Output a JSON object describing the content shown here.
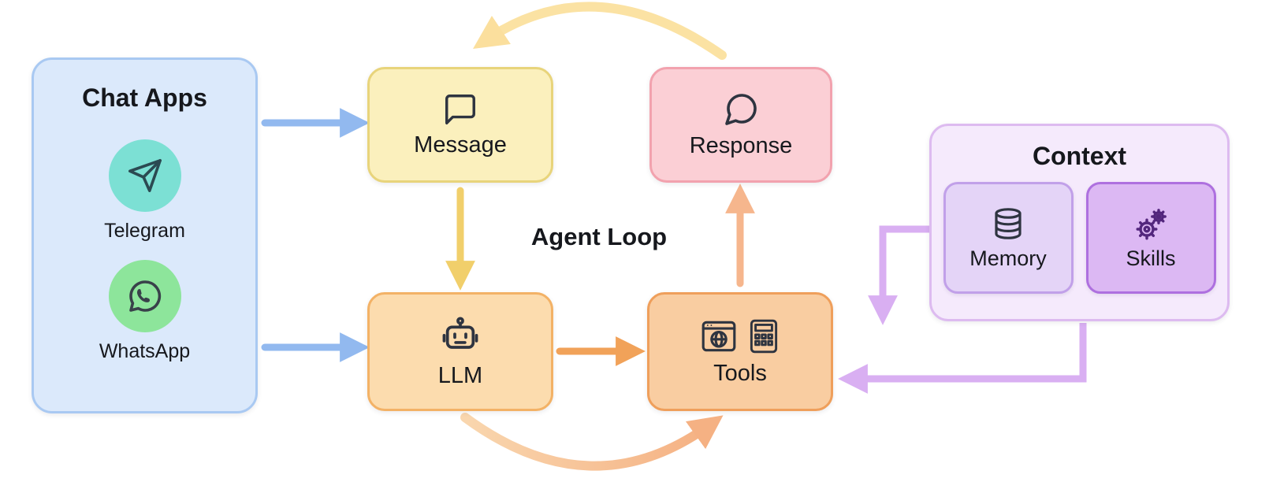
{
  "canvas": {
    "background": "#ffffff",
    "center_label": "Agent Loop"
  },
  "chat_apps": {
    "title": "Chat Apps",
    "fill": "#dbe9fb",
    "border": "#a9c9f2",
    "apps": [
      {
        "label": "Telegram",
        "icon": "telegram-paper-plane-icon",
        "circle_color": "#7ce0d4"
      },
      {
        "label": "WhatsApp",
        "icon": "whatsapp-phone-icon",
        "circle_color": "#8de59b"
      }
    ]
  },
  "nodes": {
    "message": {
      "label": "Message",
      "icon": "speech-bubble-square-icon",
      "fill": "#fbf0bd",
      "border": "#e8d47b"
    },
    "response": {
      "label": "Response",
      "icon": "speech-bubble-round-icon",
      "fill": "#fbcfd5",
      "border": "#f2a2ae"
    },
    "llm": {
      "label": "LLM",
      "icon": "robot-icon",
      "fill": "#fcdcae",
      "border": "#f3b266"
    },
    "tools": {
      "label": "Tools",
      "icons": [
        "browser-globe-icon",
        "calculator-icon"
      ],
      "fill": "#f9cda1",
      "border": "#ef9f5b"
    }
  },
  "context": {
    "title": "Context",
    "fill": "#f5eafc",
    "border": "#ddbbf0",
    "items": [
      {
        "label": "Memory",
        "icon": "database-icon",
        "fill": "#e4d4f7",
        "border": "#c1a0e9"
      },
      {
        "label": "Skills",
        "icon": "gears-icon",
        "fill": "#dcb8f3",
        "border": "#ae70df"
      }
    ]
  },
  "arrows": [
    {
      "name": "chat-apps-to-message",
      "color": "#92b9ef"
    },
    {
      "name": "chat-apps-to-llm",
      "color": "#92b9ef"
    },
    {
      "name": "message-to-llm",
      "color": "#f1cf6b"
    },
    {
      "name": "response-to-message-loop",
      "color": "#fbe2a3"
    },
    {
      "name": "llm-to-tools",
      "color": "#f1a259"
    },
    {
      "name": "tools-to-response",
      "color": "#f6b68d"
    },
    {
      "name": "llm-to-tools-loop",
      "color": "#f8c79c"
    },
    {
      "name": "context-to-tools-down",
      "color": "#d9aff2"
    },
    {
      "name": "context-to-tools-left",
      "color": "#d9aff2"
    }
  ]
}
